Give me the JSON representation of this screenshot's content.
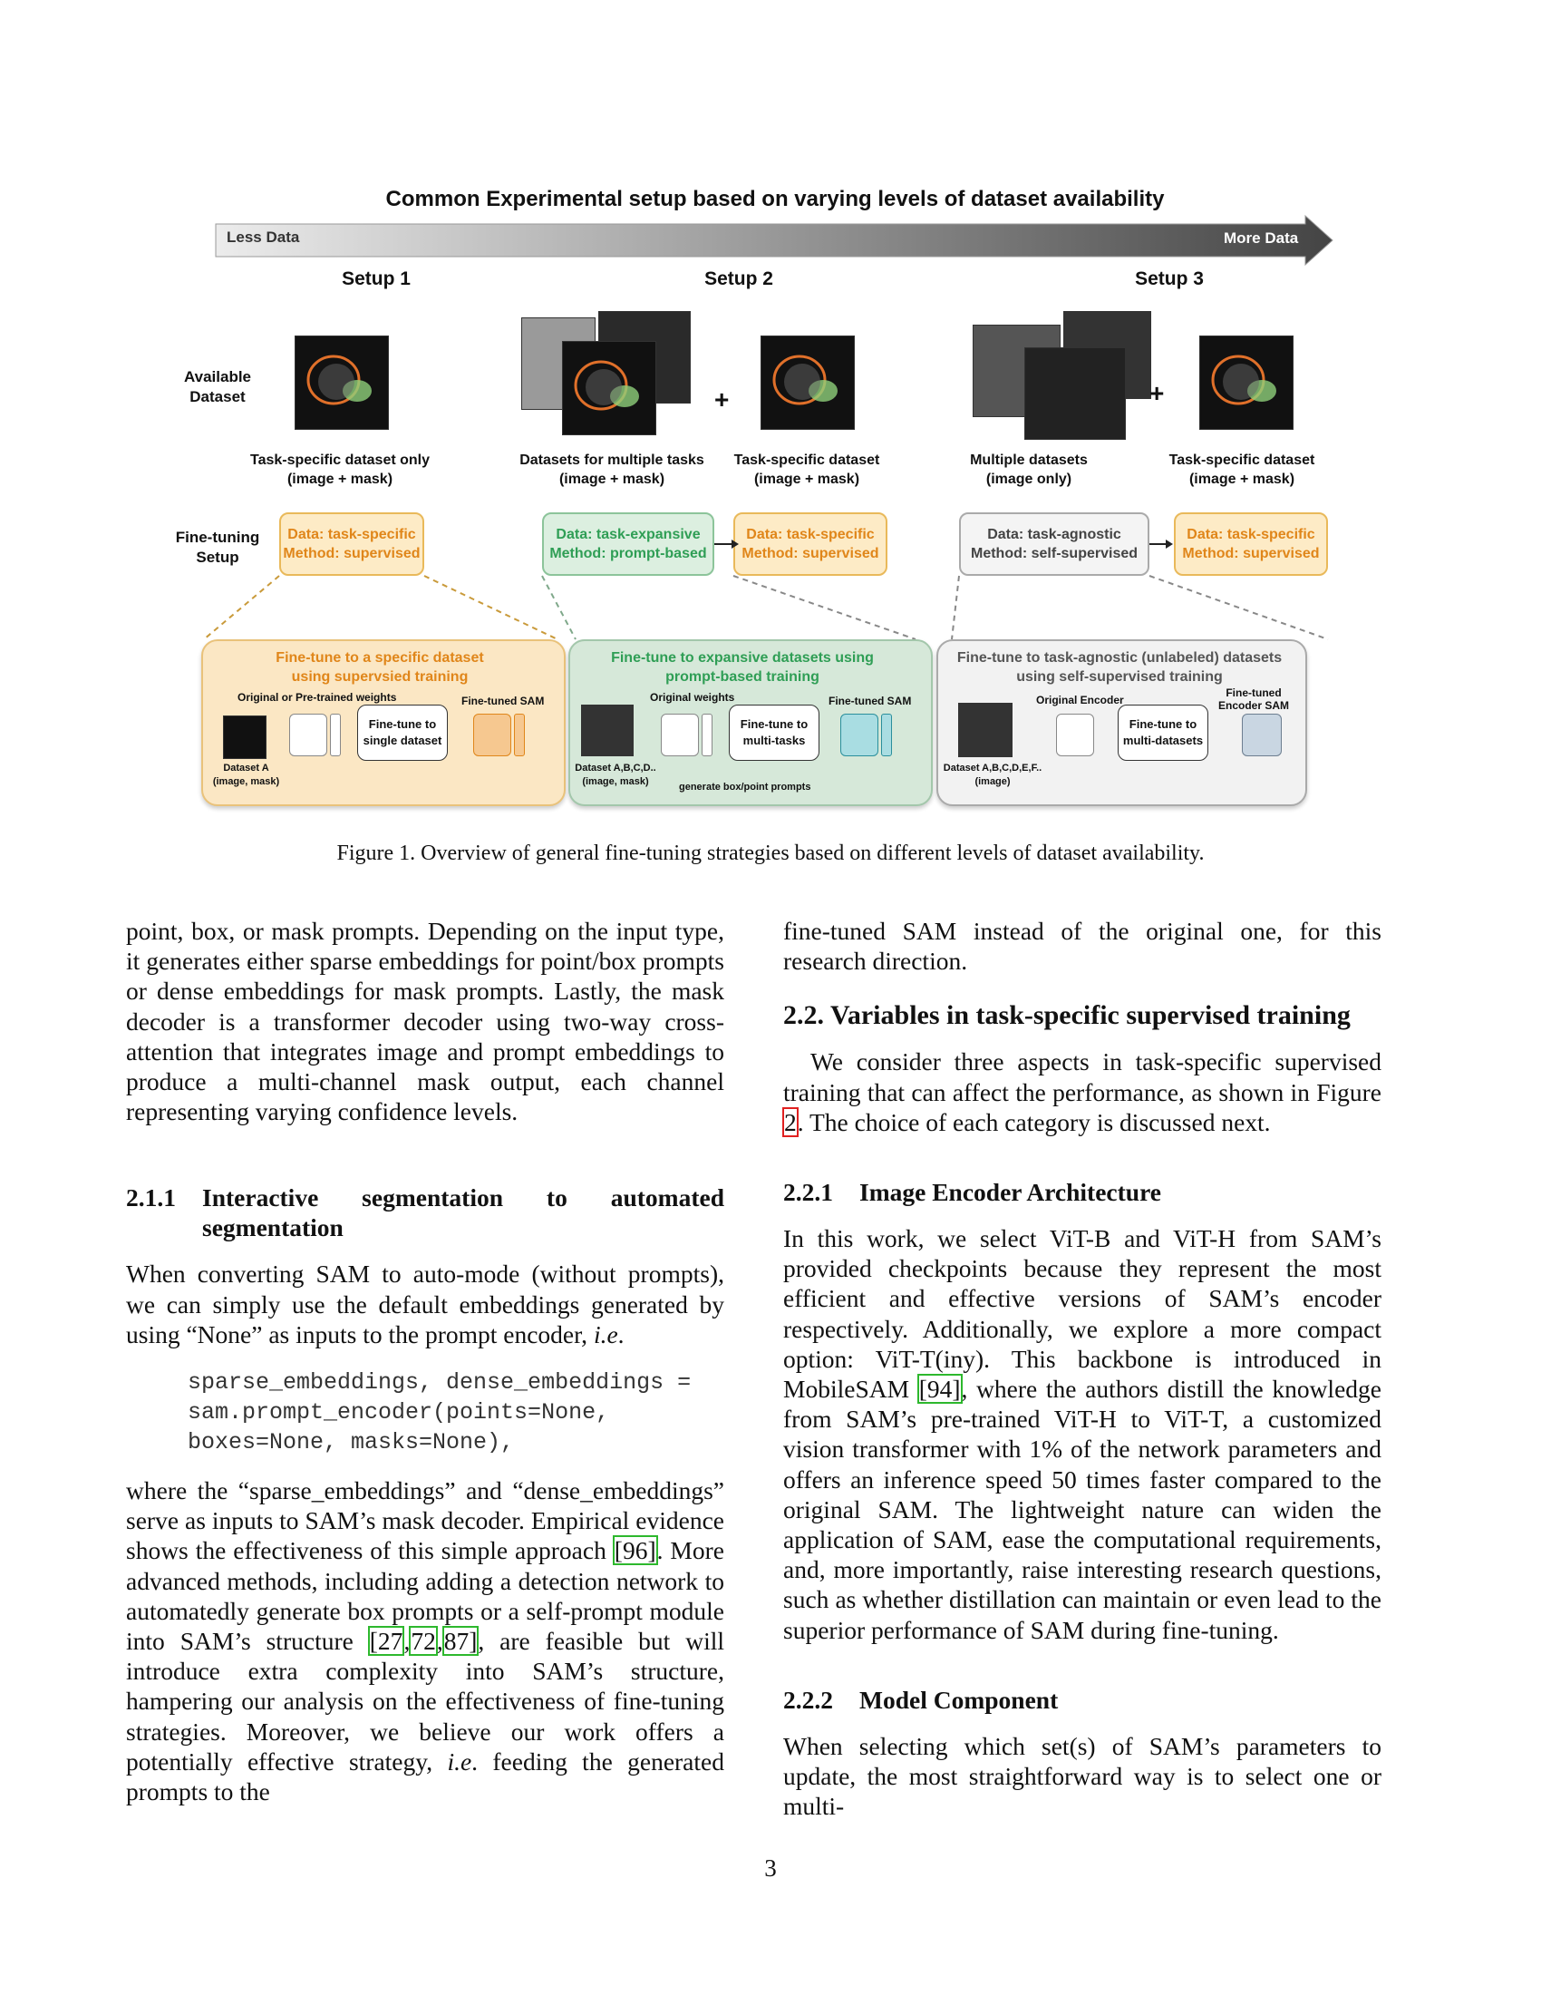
{
  "figure": {
    "title": "Common Experimental setup based on varying levels of dataset availability",
    "arrow_left": "Less Data",
    "arrow_right": "More Data",
    "setups": [
      "Setup 1",
      "Setup 2",
      "Setup 3"
    ],
    "row_available": "Available Dataset",
    "row_finetune": "Fine-tuning Setup",
    "plus": "+",
    "dataset_labels": [
      "Task-specific dataset only (image + mask)",
      "Datasets for multiple tasks (image + mask)",
      "Task-specific dataset (image + mask)",
      "Multiple datasets (image only)",
      "Task-specific dataset (image + mask)"
    ],
    "method_boxes": [
      {
        "data": "Data: task-specific",
        "method": "Method: supervised"
      },
      {
        "data": "Data: task-expansive",
        "method": "Method: prompt-based"
      },
      {
        "data": "Data: task-specific",
        "method": "Method: supervised"
      },
      {
        "data": "Data: task-agnostic",
        "method": "Method: self-supervised"
      },
      {
        "data": "Data: task-specific",
        "method": "Method: supervised"
      }
    ],
    "panels": [
      {
        "title": "Fine-tune to a specific dataset using supervsied training",
        "weights": "Original or Pre-trained weights",
        "center": "Fine-tune to single dataset",
        "right_label": "Fine-tuned SAM",
        "dataset": "Dataset A (image, mask)"
      },
      {
        "title": "Fine-tune to expansive datasets using prompt-based training",
        "weights": "Original weights",
        "center": "Fine-tune to multi-tasks",
        "right_label": "Fine-tuned SAM",
        "dataset": "Dataset A,B,C,D.. (image, mask)",
        "extra": "generate box/point prompts"
      },
      {
        "title": "Fine-tune to task-agnostic (unlabeled) datasets using self-supervised training",
        "weights": "Original Encoder",
        "center": "Fine-tune to multi-datasets",
        "right_label": "Fine-tuned Encoder SAM",
        "dataset": "Dataset A,B,C,D,E,F.. (image)"
      }
    ],
    "caption": "Figure 1. Overview of general fine-tuning strategies based on different levels of dataset availability."
  },
  "left_column": {
    "p1": "point, box, or mask prompts. Depending on the input type, it generates either sparse embeddings for point/box prompts or dense embeddings for mask prompts. Lastly, the mask decoder is a transformer decoder using two-way cross-attention that integrates image and prompt embeddings to produce a multi-channel mask output, each channel representing varying confidence levels.",
    "h3_num": "2.1.1",
    "h3_title": "Interactive segmentation to automated segmentation",
    "p2_a": "When converting SAM to auto-mode (without prompts), we can simply use the default embeddings generated by using “None” as inputs to the prompt encoder, ",
    "p2_ie": "i.e",
    "p2_b": ".",
    "code": "sparse_embeddings, dense_embeddings =\nsam.prompt_encoder(points=None,\nboxes=None, masks=None),",
    "p3_a": "where the “sparse_embeddings” and “dense_embeddings” serve as inputs to SAM’s mask decoder. Empirical evidence shows the effectiveness of this simple approach ",
    "cite96": "[96]",
    "p3_b": ". More advanced methods, including adding a detection network to automatedly generate box prompts or a self-prompt module into SAM’s structure ",
    "cite27": "[27",
    "cite72": "72",
    "cite87": "87]",
    "p3_c": ", are feasible but will introduce extra complexity into SAM’s structure, hampering our analysis on the effectiveness of fine-tuning strategies. Moreover, we believe our work offers a potentially effective strategy, ",
    "p3_ie": "i.e",
    "p3_d": ". feeding the generated prompts to the"
  },
  "right_column": {
    "p1": "fine-tuned SAM instead of the original one, for this research direction.",
    "h2": "2.2. Variables in task-specific supervised training",
    "p2_a": "We consider three aspects in task-specific supervised training that can affect the performance, as shown in Figure ",
    "cite2": "2",
    "p2_b": ". The choice of each category is discussed next.",
    "h3a_num": "2.2.1",
    "h3a_title": "Image Encoder Architecture",
    "p3_a": "In this work, we select ViT-B and ViT-H from SAM’s provided checkpoints because they represent the most efficient and effective versions of SAM’s encoder respectively. Additionally, we explore a more compact option: ViT-T(iny). This backbone is introduced in MobileSAM ",
    "cite94": "[94]",
    "p3_b": ", where the authors distill the knowledge from SAM’s pre-trained ViT-H to ViT-T, a customized vision transformer with 1% of the network parameters and offers an inference speed 50 times faster compared to the original SAM. The lightweight nature can widen the application of SAM, ease the computational requirements, and, more importantly, raise interesting research questions, such as whether distillation can maintain or even lead to the superior performance of SAM during fine-tuning.",
    "h3b_num": "2.2.2",
    "h3b_title": "Model Component",
    "p4": "When selecting which set(s) of SAM’s parameters to update, the most straightforward way is to select one or multi-"
  },
  "page_number": "3",
  "colors": {
    "orange": "#e0861a",
    "green": "#2f9e55",
    "panel_orange": "#fbe7c4",
    "panel_green": "#d6e8d9",
    "panel_gray": "#f2f2f2"
  }
}
